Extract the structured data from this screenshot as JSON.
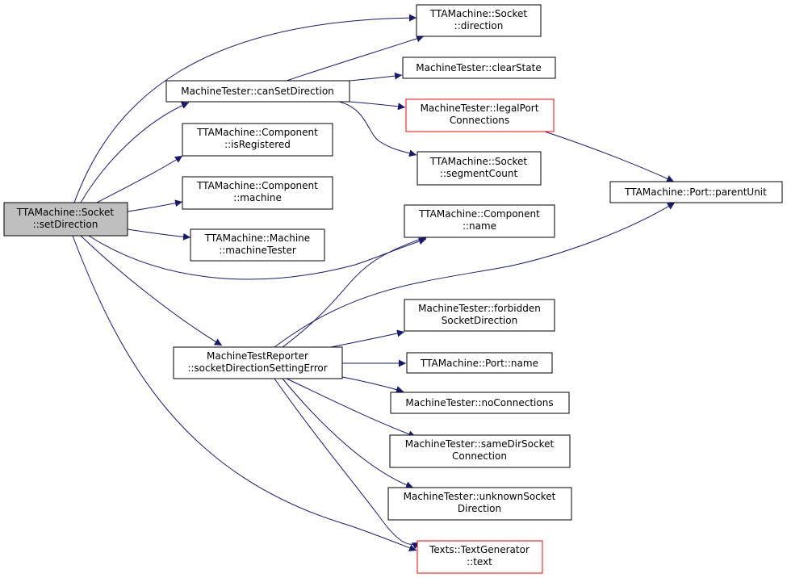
{
  "diagram": {
    "edge_color": "#191970",
    "nodes": {
      "setDirection": {
        "lines": [
          "TTAMachine::Socket",
          "::setDirection"
        ],
        "style": "root"
      },
      "canSetDirection": {
        "lines": [
          "MachineTester::canSetDirection"
        ],
        "style": "normal"
      },
      "isRegistered": {
        "lines": [
          "TTAMachine::Component",
          "::isRegistered"
        ],
        "style": "normal"
      },
      "compMachine": {
        "lines": [
          "TTAMachine::Component",
          "::machine"
        ],
        "style": "normal"
      },
      "machineTester": {
        "lines": [
          "TTAMachine::Machine",
          "::machineTester"
        ],
        "style": "normal"
      },
      "reporter": {
        "lines": [
          "MachineTestReporter",
          "::socketDirectionSettingError"
        ],
        "style": "normal"
      },
      "socketDirection": {
        "lines": [
          "TTAMachine::Socket",
          "::direction"
        ],
        "style": "normal"
      },
      "clearState": {
        "lines": [
          "MachineTester::clearState"
        ],
        "style": "normal"
      },
      "legalPort": {
        "lines": [
          "MachineTester::legalPort",
          "Connections"
        ],
        "style": "red"
      },
      "segmentCount": {
        "lines": [
          "TTAMachine::Socket",
          "::segmentCount"
        ],
        "style": "normal"
      },
      "compName": {
        "lines": [
          "TTAMachine::Component",
          "::name"
        ],
        "style": "normal"
      },
      "forbidden": {
        "lines": [
          "MachineTester::forbidden",
          "SocketDirection"
        ],
        "style": "normal"
      },
      "portName": {
        "lines": [
          "TTAMachine::Port::name"
        ],
        "style": "normal"
      },
      "noConnections": {
        "lines": [
          "MachineTester::noConnections"
        ],
        "style": "normal"
      },
      "sameDir": {
        "lines": [
          "MachineTester::sameDirSocket",
          "Connection"
        ],
        "style": "normal"
      },
      "unknownSocket": {
        "lines": [
          "MachineTester::unknownSocket",
          "Direction"
        ],
        "style": "normal"
      },
      "textGen": {
        "lines": [
          "Texts::TextGenerator",
          "::text"
        ],
        "style": "red"
      },
      "parentUnit": {
        "lines": [
          "TTAMachine::Port::parentUnit"
        ],
        "style": "normal"
      }
    },
    "edges": [
      [
        "setDirection",
        "socketDirection"
      ],
      [
        "setDirection",
        "canSetDirection"
      ],
      [
        "setDirection",
        "isRegistered"
      ],
      [
        "setDirection",
        "compMachine"
      ],
      [
        "setDirection",
        "machineTester"
      ],
      [
        "setDirection",
        "compName"
      ],
      [
        "setDirection",
        "reporter"
      ],
      [
        "setDirection",
        "textGen"
      ],
      [
        "canSetDirection",
        "socketDirection"
      ],
      [
        "canSetDirection",
        "clearState"
      ],
      [
        "canSetDirection",
        "legalPort"
      ],
      [
        "canSetDirection",
        "segmentCount"
      ],
      [
        "legalPort",
        "parentUnit"
      ],
      [
        "reporter",
        "compName"
      ],
      [
        "reporter",
        "parentUnit"
      ],
      [
        "reporter",
        "forbidden"
      ],
      [
        "reporter",
        "portName"
      ],
      [
        "reporter",
        "noConnections"
      ],
      [
        "reporter",
        "sameDir"
      ],
      [
        "reporter",
        "unknownSocket"
      ],
      [
        "reporter",
        "textGen"
      ]
    ]
  }
}
